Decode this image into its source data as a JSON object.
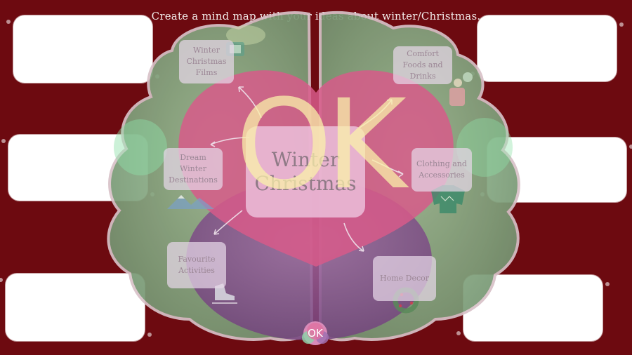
{
  "instruction": "Create a mind map with your ideas about winter/Christmas.",
  "center": {
    "line1": "Winter",
    "line2": "Christmas"
  },
  "nodes": {
    "films": "Winter Christmas Films",
    "foods": "Comfort Foods and Drinks",
    "destinations": "Dream Winter Destinations",
    "clothing": "Clothing and Accessories",
    "activities": "Favourite Activities",
    "decor": "Home Decor"
  },
  "overlay": {
    "big_text": "OK"
  },
  "button": {
    "label": "OK"
  },
  "colors": {
    "background": "#6d0a10",
    "brain_green": "#7fa07a",
    "brain_purple": "#8a5a92",
    "heart_pink": "#d75a8a",
    "box_white": "#ffffff"
  }
}
